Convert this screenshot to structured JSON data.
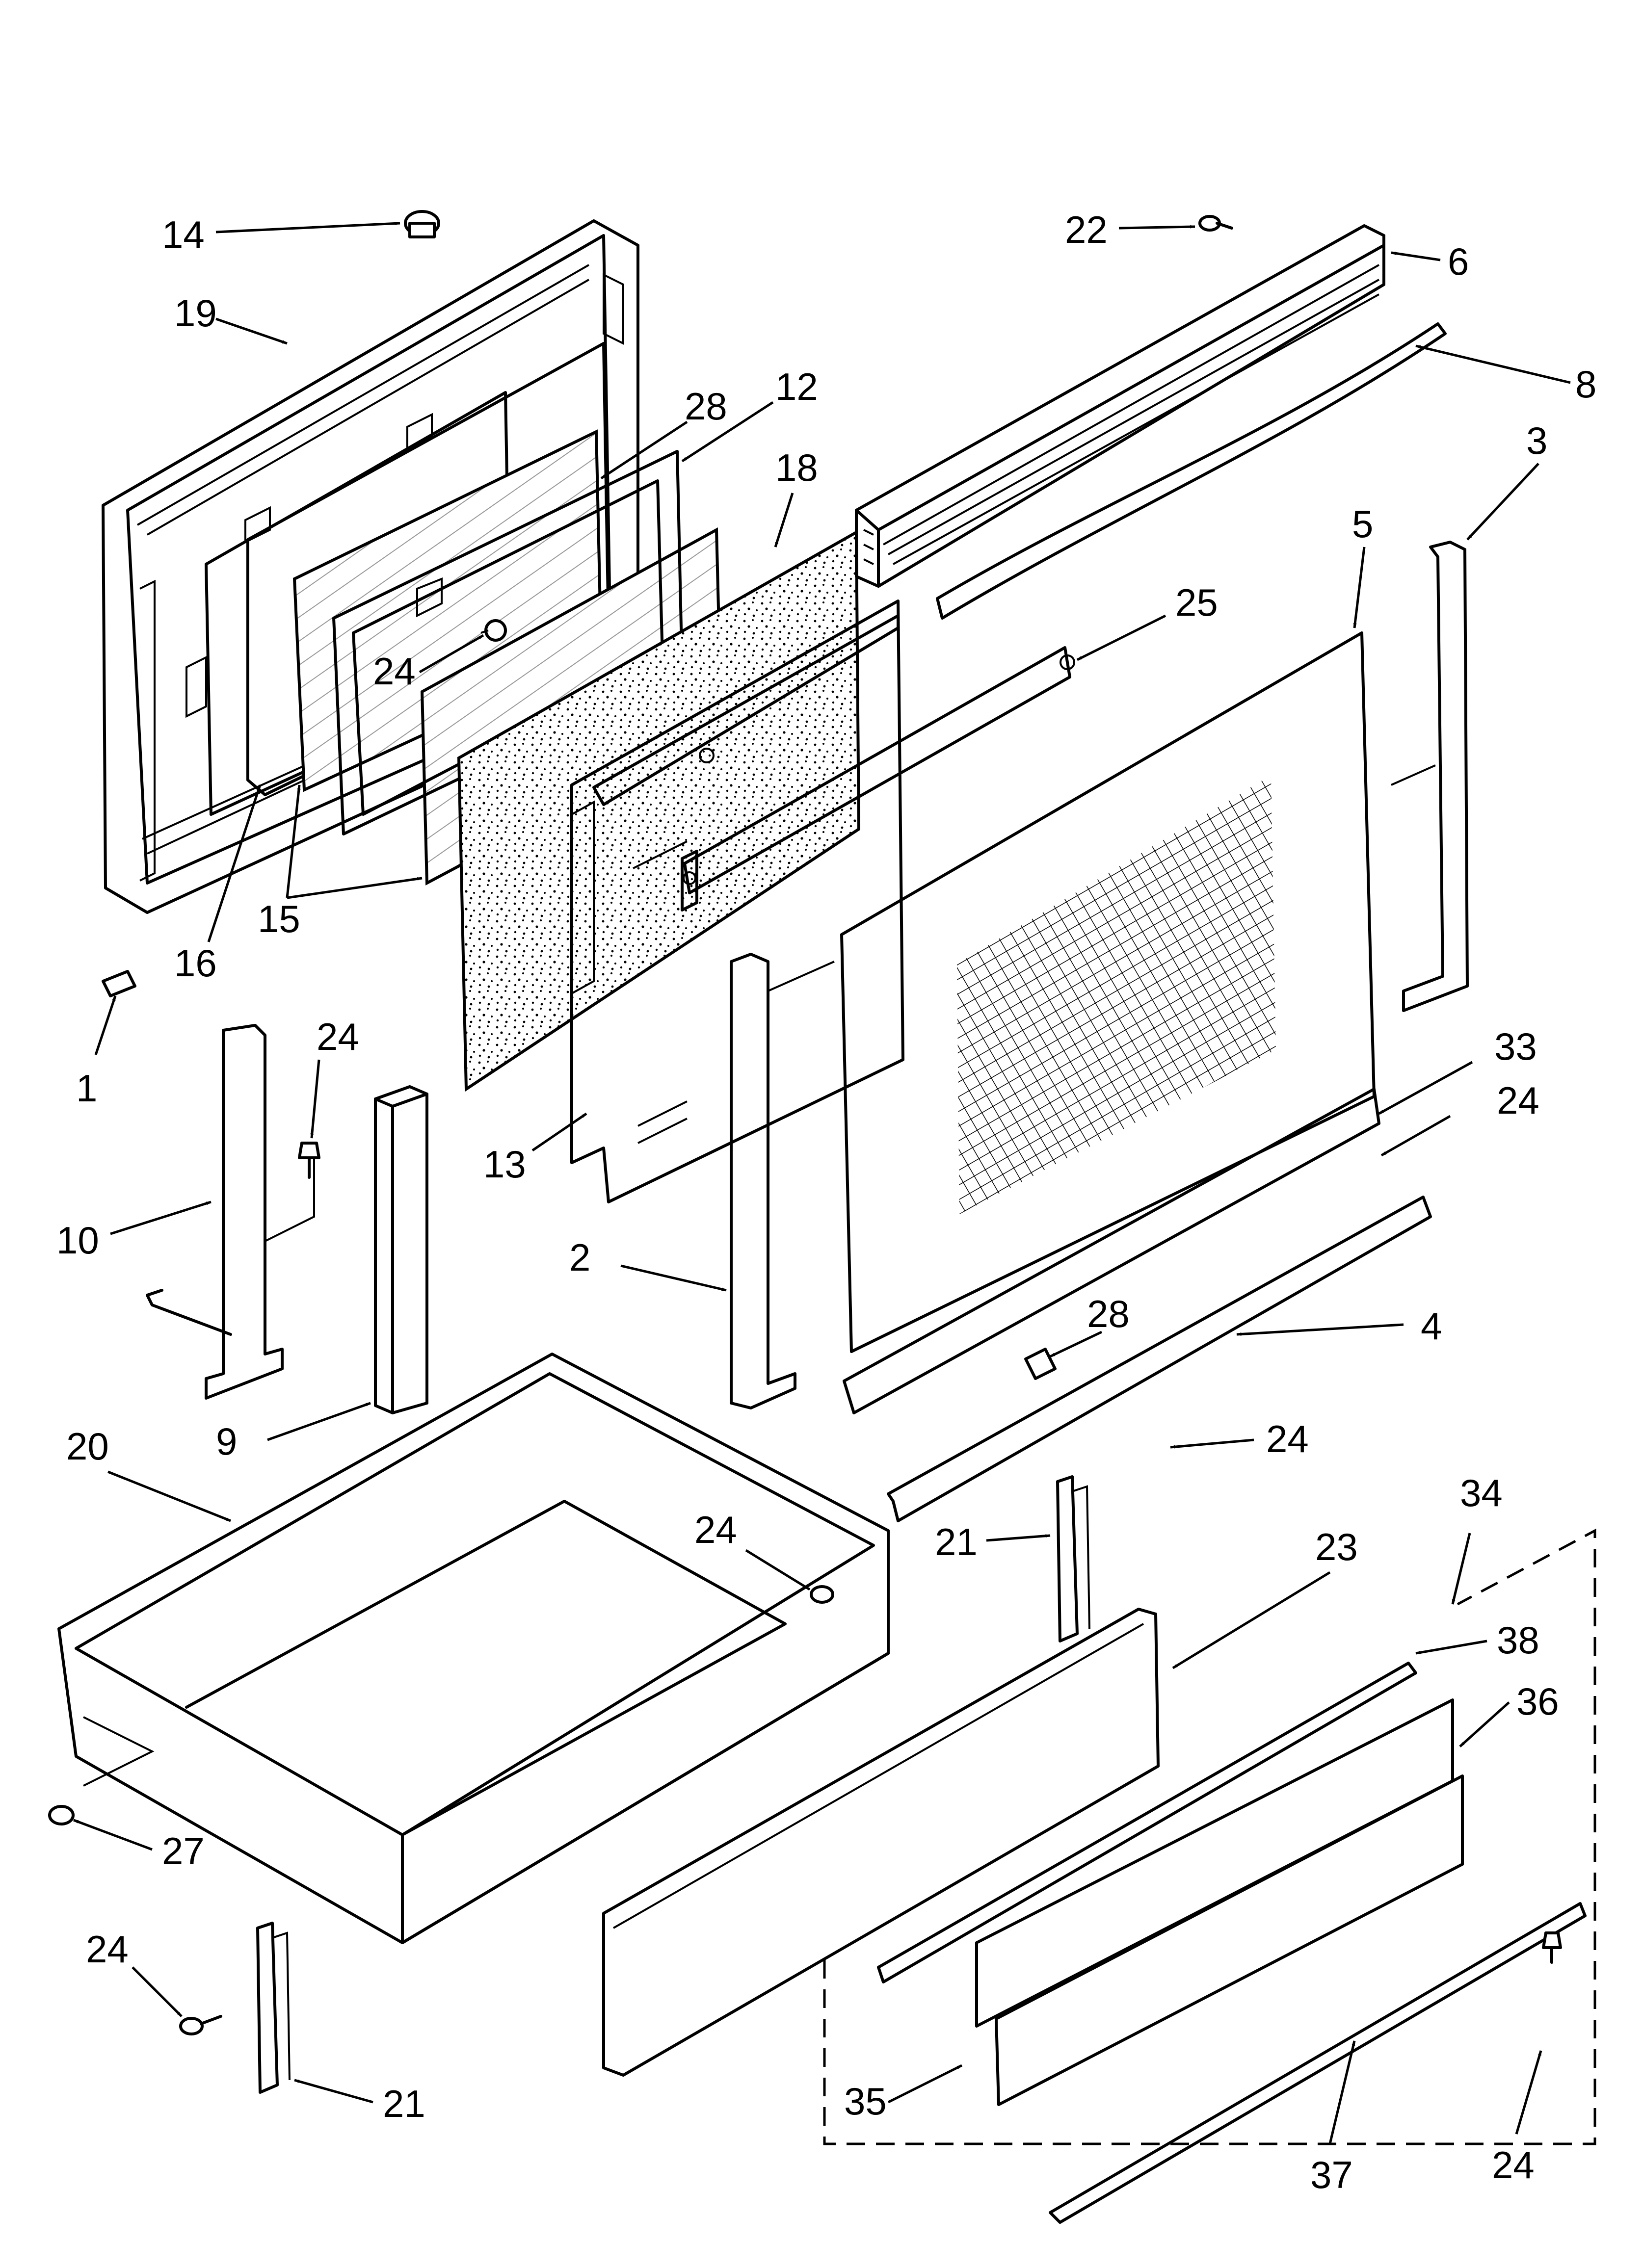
{
  "diagram": {
    "callouts": [
      {
        "id": "c14",
        "text": "14"
      },
      {
        "id": "c19",
        "text": "19"
      },
      {
        "id": "c28a",
        "text": "28"
      },
      {
        "id": "c12",
        "text": "12"
      },
      {
        "id": "c18",
        "text": "18"
      },
      {
        "id": "c24a",
        "text": "24"
      },
      {
        "id": "c16",
        "text": "16"
      },
      {
        "id": "c15",
        "text": "15"
      },
      {
        "id": "c1",
        "text": "1"
      },
      {
        "id": "c22",
        "text": "22"
      },
      {
        "id": "c6",
        "text": "6"
      },
      {
        "id": "c8",
        "text": "8"
      },
      {
        "id": "c3",
        "text": "3"
      },
      {
        "id": "c5",
        "text": "5"
      },
      {
        "id": "c25",
        "text": "25"
      },
      {
        "id": "c24b",
        "text": "24"
      },
      {
        "id": "c10",
        "text": "10"
      },
      {
        "id": "c9",
        "text": "9"
      },
      {
        "id": "c13",
        "text": "13"
      },
      {
        "id": "c2",
        "text": "2"
      },
      {
        "id": "c33",
        "text": "33"
      },
      {
        "id": "c24c",
        "text": "24"
      },
      {
        "id": "c28b",
        "text": "28"
      },
      {
        "id": "c4",
        "text": "4"
      },
      {
        "id": "c24d",
        "text": "24"
      },
      {
        "id": "c20",
        "text": "20"
      },
      {
        "id": "c24e",
        "text": "24"
      },
      {
        "id": "c21a",
        "text": "21"
      },
      {
        "id": "c23",
        "text": "23"
      },
      {
        "id": "c34",
        "text": "34"
      },
      {
        "id": "c38",
        "text": "38"
      },
      {
        "id": "c36",
        "text": "36"
      },
      {
        "id": "c27",
        "text": "27"
      },
      {
        "id": "c24f",
        "text": "24"
      },
      {
        "id": "c21b",
        "text": "21"
      },
      {
        "id": "c35",
        "text": "35"
      },
      {
        "id": "c37",
        "text": "37"
      },
      {
        "id": "c24g",
        "text": "24"
      }
    ]
  }
}
